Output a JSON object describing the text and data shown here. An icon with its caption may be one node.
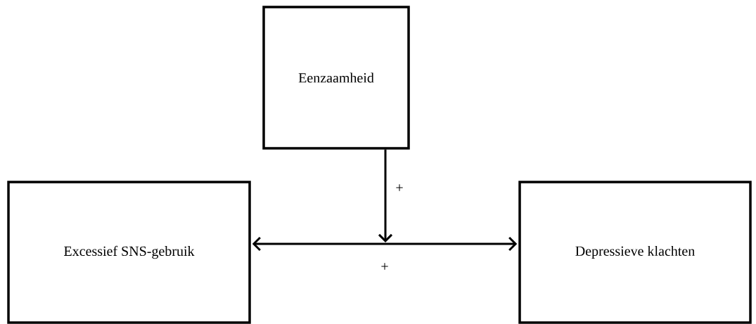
{
  "diagram": {
    "nodes": [
      {
        "text": [
          "Eenzaamheid"
        ]
      },
      {
        "text": [
          "Excessief SNS-gebruik"
        ]
      },
      {
        "text": [
          "Depressieve klachten"
        ]
      }
    ],
    "edges": [
      {
        "from": 1,
        "to": 2,
        "arrow": "both",
        "label": "+"
      },
      {
        "from": 0,
        "to": null,
        "arrow": "to",
        "label": "+"
      }
    ]
  }
}
